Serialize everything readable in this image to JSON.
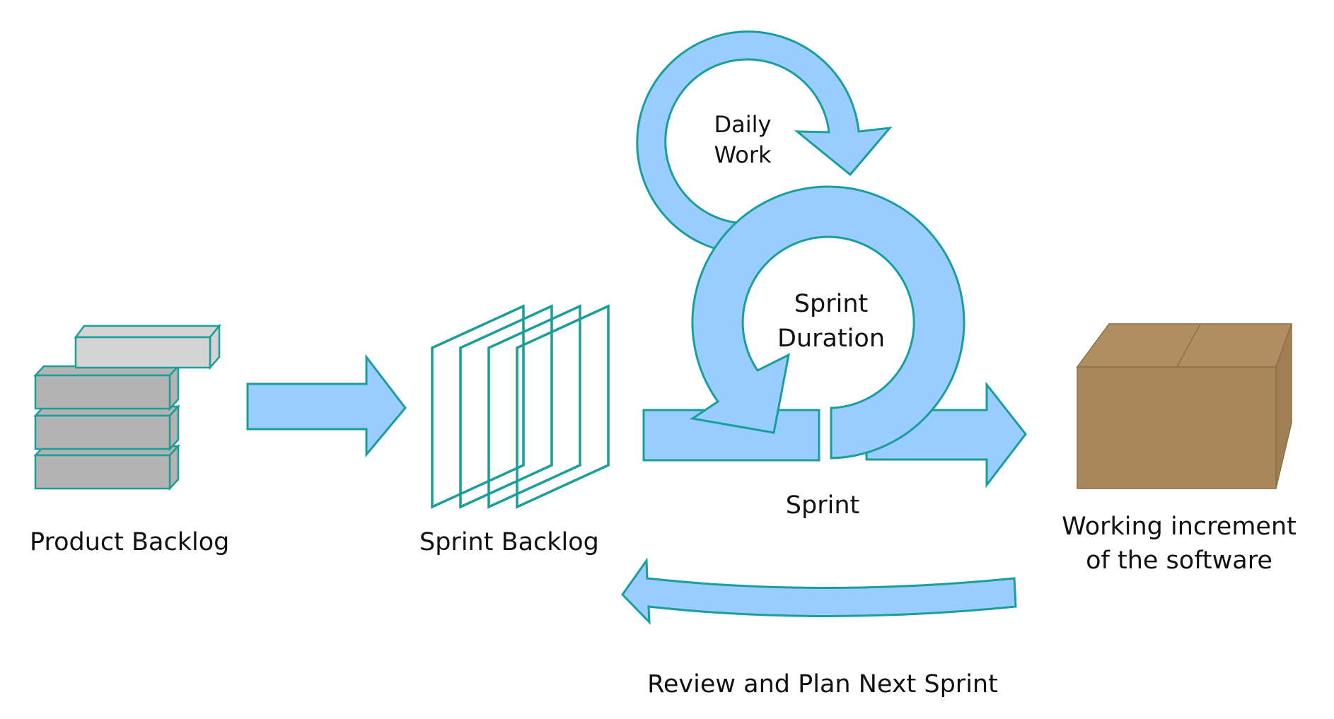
{
  "labels": {
    "product_backlog": "Product Backlog",
    "sprint_backlog": "Sprint Backlog",
    "daily_work_line1": "Daily",
    "daily_work_line2": "Work",
    "sprint_duration_line1": "Sprint",
    "sprint_duration_line2": "Duration",
    "sprint": "Sprint",
    "increment_line1": "Working increment",
    "increment_line2": "of the software",
    "review": "Review and Plan Next Sprint"
  },
  "colors": {
    "arrow_fill": "#99ccff",
    "arrow_stroke": "#1a9e99",
    "block_front": "#b3b3b3",
    "block_top_light": "#d4d4d4",
    "block_stroke": "#1a9e99",
    "sheet_stroke": "#1a9e99",
    "box_front": "#a8875a",
    "box_top": "#b08e61",
    "box_side": "#a07f54",
    "box_stroke": "#8c7048"
  }
}
